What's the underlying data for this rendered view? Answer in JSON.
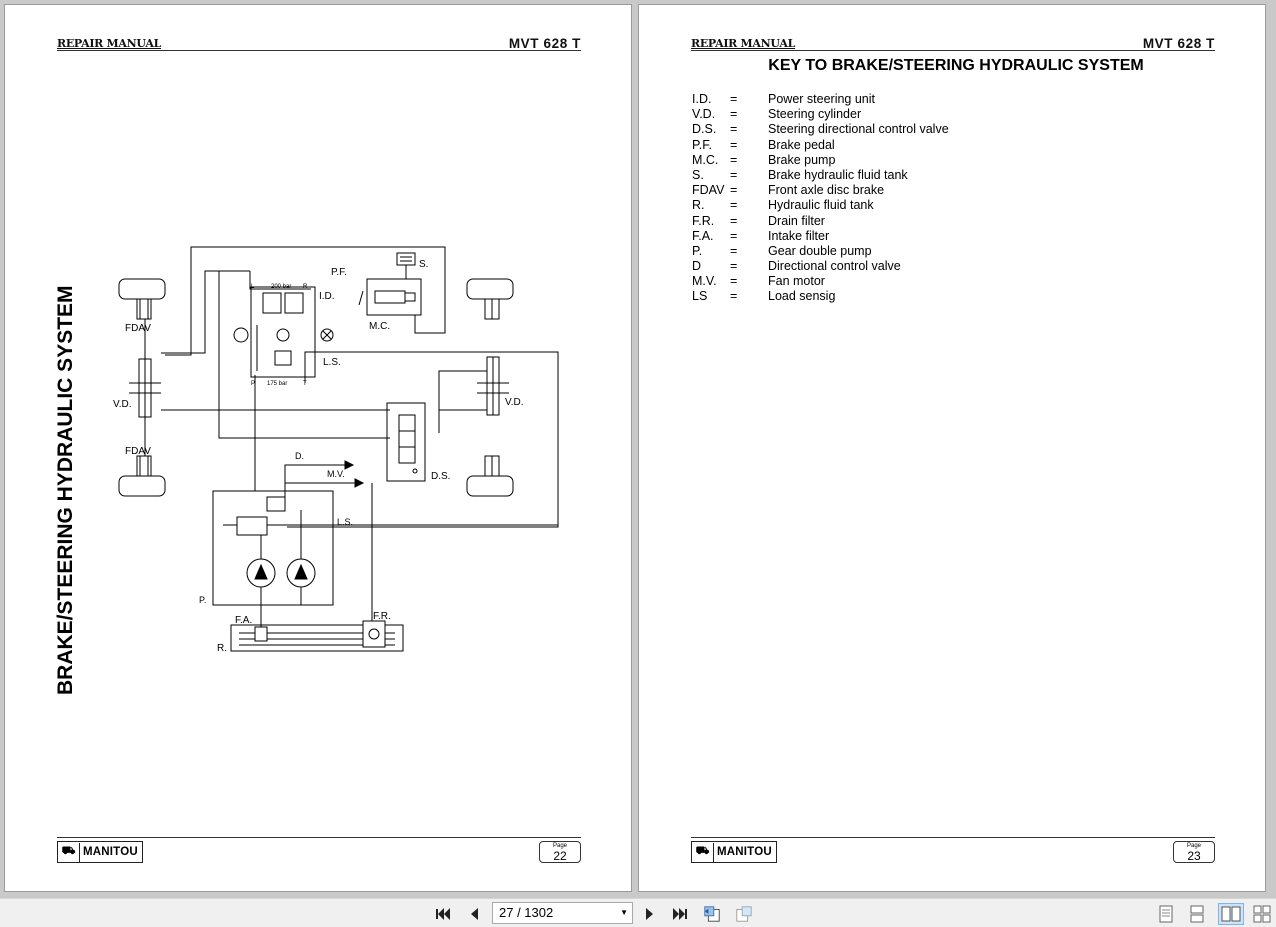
{
  "left_page": {
    "header_left": "REPAIR MANUAL",
    "header_right": "MVT 628 T",
    "vertical_title": "BRAKE/STEERING HYDRAULIC SYSTEM",
    "logo_text": "MANITOU",
    "page_label": "Page",
    "page_number": "22",
    "diagram_labels": {
      "fdav_top": "FDAV",
      "fdav_bottom": "FDAV",
      "vd_left": "V.D.",
      "vd_right": "V.D.",
      "pf": "P.F.",
      "s": "S.",
      "id": "I.D.",
      "mc": "M.C.",
      "ls_top": "L.S.",
      "ls_bottom": "L.S.",
      "ds": "D.S.",
      "d": "D.",
      "mv": "M.V.",
      "p": "P.",
      "fa": "F.A.",
      "fr": "F.R.",
      "r": "R.",
      "bar200": "200 bar",
      "bar175": "175 bar",
      "port_l": "L",
      "port_r": "R",
      "port_p": "P",
      "port_t": "T"
    }
  },
  "right_page": {
    "header_left": "REPAIR MANUAL",
    "header_right": "MVT 628 T",
    "title": "KEY TO BRAKE/STEERING HYDRAULIC SYSTEM",
    "logo_text": "MANITOU",
    "page_label": "Page",
    "page_number": "23",
    "key": [
      {
        "abbr": "I.D.",
        "eq": "=",
        "desc": "Power steering unit"
      },
      {
        "abbr": "V.D.",
        "eq": "=",
        "desc": "Steering cylinder"
      },
      {
        "abbr": "D.S.",
        "eq": "=",
        "desc": "Steering directional control valve"
      },
      {
        "abbr": "P.F.",
        "eq": "=",
        "desc": "Brake pedal"
      },
      {
        "abbr": "M.C.",
        "eq": "=",
        "desc": "Brake pump"
      },
      {
        "abbr": "S.",
        "eq": "=",
        "desc": "Brake hydraulic fluid tank"
      },
      {
        "abbr": "FDAV",
        "eq": "=",
        "desc": "Front axle disc brake"
      },
      {
        "abbr": "R.",
        "eq": "=",
        "desc": "Hydraulic fluid tank"
      },
      {
        "abbr": "F.R.",
        "eq": "=",
        "desc": "Drain filter"
      },
      {
        "abbr": "F.A.",
        "eq": "=",
        "desc": "Intake filter"
      },
      {
        "abbr": "P.",
        "eq": "=",
        "desc": "Gear double pump"
      },
      {
        "abbr": "D",
        "eq": "=",
        "desc": "Directional control valve"
      },
      {
        "abbr": "M.V.",
        "eq": "=",
        "desc": "Fan motor"
      },
      {
        "abbr": "LS",
        "eq": "=",
        "desc": "Load sensig"
      }
    ]
  },
  "toolbar": {
    "page_selector": "27 / 1302",
    "icons": [
      "first-page-icon",
      "prev-page-icon",
      "next-page-icon",
      "last-page-icon",
      "go-back-view-icon",
      "go-forward-view-icon",
      "single-page-icon",
      "continuous-icon",
      "two-page-icon",
      "two-page-continuous-icon"
    ]
  }
}
